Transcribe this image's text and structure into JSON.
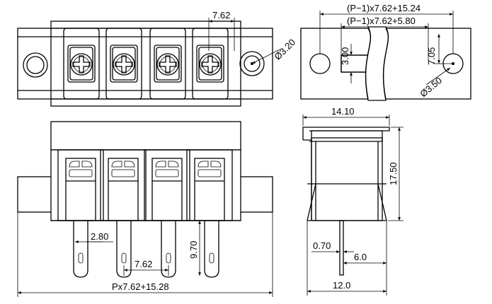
{
  "dimensions": {
    "pitch_top": "7.62",
    "hole_dia_top": "Ø3.20",
    "overall_top": "(P−1)x7.62+15.24",
    "inner_top": "(P−1)x7.62+5.80",
    "height_3": "3.00",
    "height_7": "7.05",
    "hole_dia_right": "Ø3.50",
    "width_side": "14.10",
    "height_side": "17.50",
    "pin_width": "2.80",
    "pin_length": "9.70",
    "pitch_bottom": "7.62",
    "overall_bottom": "Px7.62+15.28",
    "pin_thickness": "0.70",
    "pin_offset": "6.0",
    "base_width": "12.0"
  },
  "colors": {
    "line": "#000000",
    "screw_fill": "#bdbdbd",
    "background": "#ffffff"
  }
}
